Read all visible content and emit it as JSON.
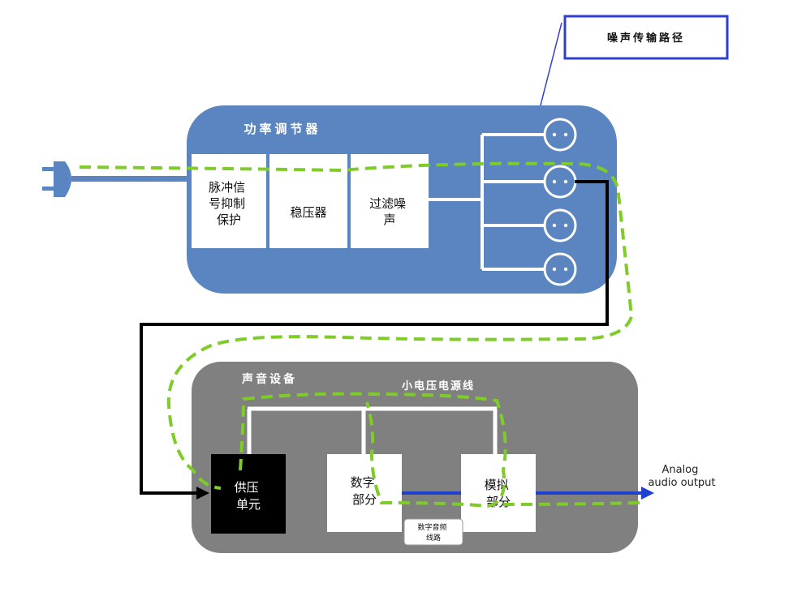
{
  "callout": {
    "label": "噪声传输路径"
  },
  "power_conditioner": {
    "title": "功率调节器",
    "stages": [
      {
        "lines": [
          "脉冲信",
          "号抑制",
          "保护"
        ]
      },
      {
        "lines": [
          "稳压器"
        ]
      },
      {
        "lines": [
          "过滤噪",
          "声"
        ]
      }
    ],
    "outlet_count": 4
  },
  "audio_device": {
    "title": "声音设备",
    "power_line_label": "小电压电源线",
    "supply_unit": {
      "lines": [
        "供压",
        "单元"
      ]
    },
    "digital_section": {
      "lines": [
        "数字",
        "部分"
      ]
    },
    "analog_section": {
      "lines": [
        "模拟",
        "部分"
      ]
    },
    "digital_audio_line": {
      "lines": [
        "数字音频",
        "线路"
      ]
    }
  },
  "output": {
    "lines": [
      "Analog",
      "audio output"
    ]
  },
  "colors": {
    "conditioner_fill": "#5b85c0",
    "device_fill": "#808080",
    "noise_path": "#7ecb2a",
    "callout_border": "#2f3fd0",
    "signal": "#2040d0",
    "cable": "#000000"
  }
}
